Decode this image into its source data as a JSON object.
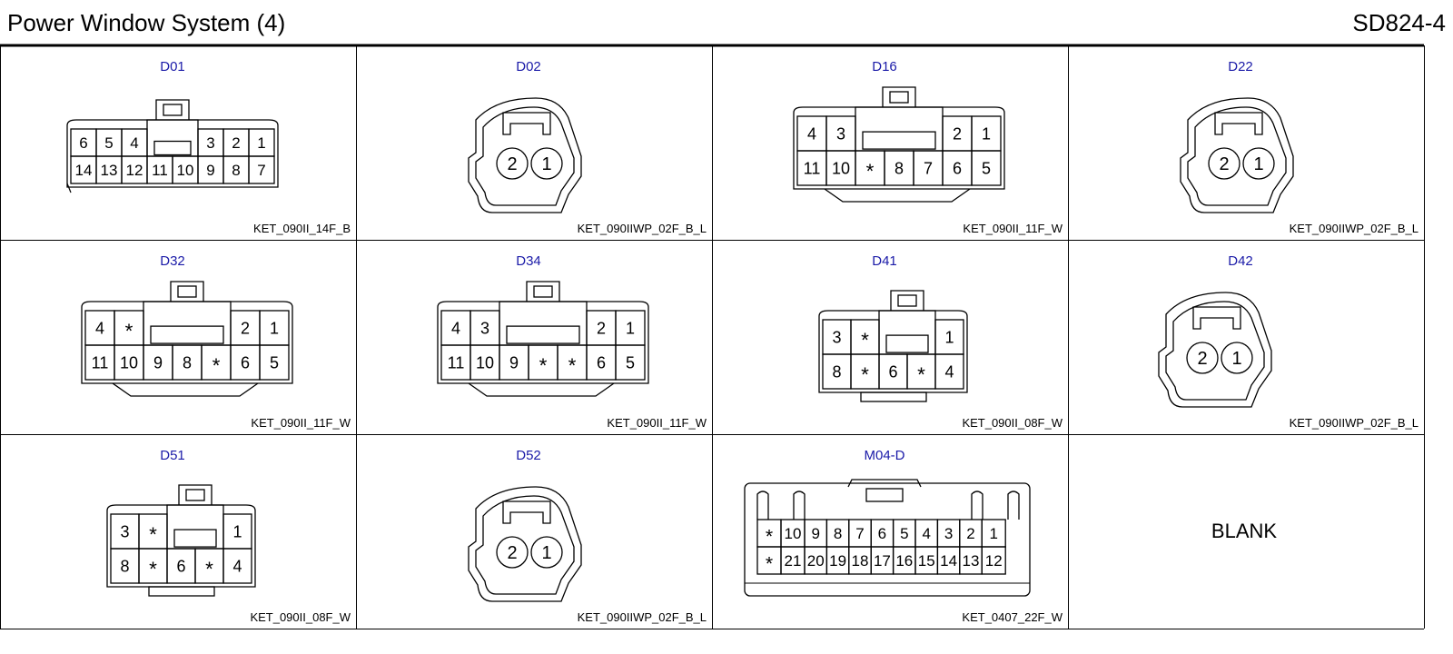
{
  "header": {
    "title": "Power Window System (4)",
    "code": "SD824-4"
  },
  "accent_color": "#1a1aa8",
  "connectors": [
    {
      "id": "D01",
      "part": "KET_090II_14F_B",
      "kind": "rect-14",
      "rows": [
        [
          "6",
          "5",
          "4",
          "",
          "",
          "3",
          "2",
          "1"
        ],
        [
          "14",
          "13",
          "12",
          "11",
          "10",
          "9",
          "8",
          "7"
        ]
      ]
    },
    {
      "id": "D02",
      "part": "KET_090IIWP_02F_B_L",
      "kind": "round-2",
      "pins": [
        "2",
        "1"
      ]
    },
    {
      "id": "D16",
      "part": "KET_090II_11F_W",
      "kind": "rect-11",
      "rows": [
        [
          "4",
          "3",
          "",
          "",
          "",
          "2",
          "1"
        ],
        [
          "11",
          "10",
          "*",
          "8",
          "7",
          "6",
          "5"
        ]
      ]
    },
    {
      "id": "D22",
      "part": "KET_090IIWP_02F_B_L",
      "kind": "round-2",
      "pins": [
        "2",
        "1"
      ]
    },
    {
      "id": "D32",
      "part": "KET_090II_11F_W",
      "kind": "rect-11",
      "rows": [
        [
          "4",
          "*",
          "",
          "",
          "",
          "2",
          "1"
        ],
        [
          "11",
          "10",
          "9",
          "8",
          "*",
          "6",
          "5"
        ]
      ]
    },
    {
      "id": "D34",
      "part": "KET_090II_11F_W",
      "kind": "rect-11",
      "rows": [
        [
          "4",
          "3",
          "",
          "",
          "",
          "2",
          "1"
        ],
        [
          "11",
          "10",
          "9",
          "*",
          "*",
          "6",
          "5"
        ]
      ]
    },
    {
      "id": "D41",
      "part": "KET_090II_08F_W",
      "kind": "rect-8",
      "rows": [
        [
          "3",
          "*",
          "",
          "",
          "1"
        ],
        [
          "8",
          "*",
          "6",
          "*",
          "4"
        ]
      ]
    },
    {
      "id": "D42",
      "part": "KET_090IIWP_02F_B_L",
      "kind": "round-2",
      "pins": [
        "2",
        "1"
      ]
    },
    {
      "id": "D51",
      "part": "KET_090II_08F_W",
      "kind": "rect-8",
      "rows": [
        [
          "3",
          "*",
          "",
          "",
          "1"
        ],
        [
          "8",
          "*",
          "6",
          "*",
          "4"
        ]
      ]
    },
    {
      "id": "D52",
      "part": "KET_090IIWP_02F_B_L",
      "kind": "round-2",
      "pins": [
        "2",
        "1"
      ]
    },
    {
      "id": "M04-D",
      "part": "KET_0407_22F_W",
      "kind": "rect-22",
      "rows": [
        [
          "*",
          "10",
          "9",
          "8",
          "7",
          "6",
          "5",
          "4",
          "3",
          "2",
          "1"
        ],
        [
          "*",
          "21",
          "20",
          "19",
          "18",
          "17",
          "16",
          "15",
          "14",
          "13",
          "12"
        ]
      ]
    },
    {
      "id": "",
      "part": "",
      "kind": "blank",
      "label": "BLANK"
    }
  ]
}
